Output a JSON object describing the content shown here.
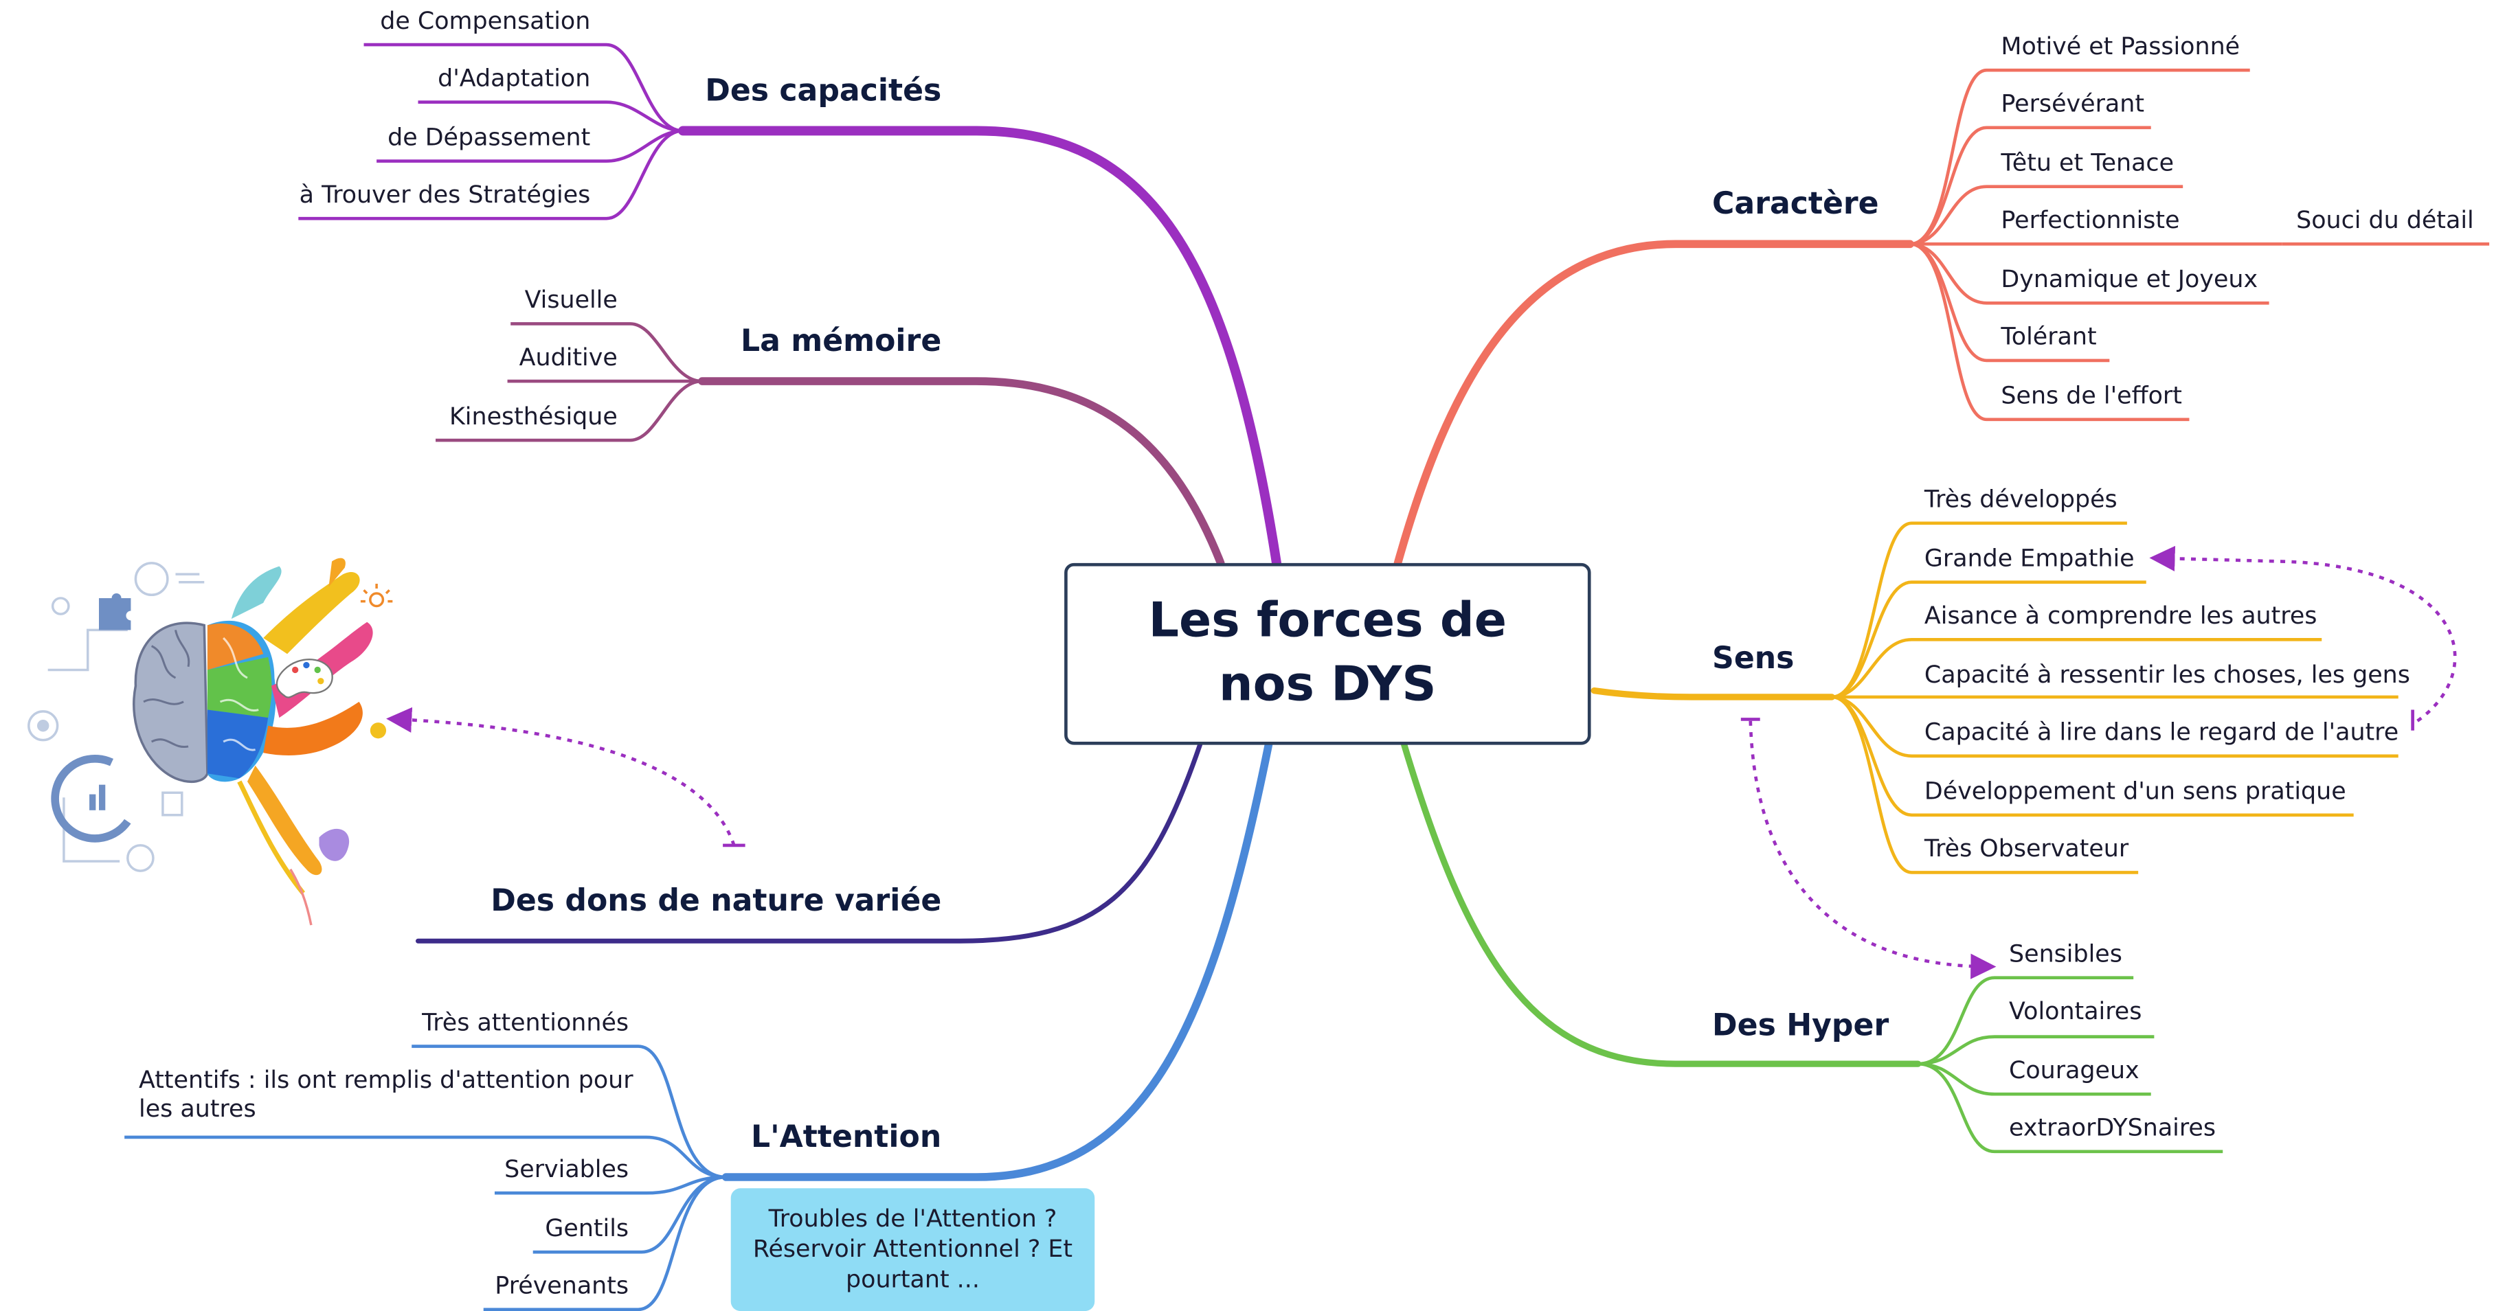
{
  "central": {
    "title": "Les forces de nos DYS"
  },
  "colors": {
    "capacites": "#9b2fc0",
    "memoire": "#9a4a80",
    "dons": "#3d2c8a",
    "attention": "#4a88d8",
    "caractere": "#f07060",
    "sens": "#f2b418",
    "hyper": "#6cc24a",
    "relation": "#9b2fc0",
    "note_bg": "#8fdcf5"
  },
  "branches": {
    "capacites": {
      "title": "Des capacités",
      "items": [
        "de Compensation",
        "d'Adaptation",
        "de Dépassement",
        "à Trouver des Stratégies"
      ]
    },
    "memoire": {
      "title": "La mémoire",
      "items": [
        "Visuelle",
        "Auditive",
        "Kinesthésique"
      ]
    },
    "dons": {
      "title": "Des dons de nature variée"
    },
    "attention": {
      "title": "L'Attention",
      "items": [
        "Très attentionnés",
        "Attentifs : ils ont remplis d'attention pour les autres",
        "Serviables",
        "Gentils",
        "Prévenants"
      ],
      "note": "Troubles de l'Attention ? Réservoir Attentionnel ? Et pourtant ..."
    },
    "caractere": {
      "title": "Caractère",
      "items": [
        "Motivé et Passionné",
        "Persévérant",
        "Têtu et Tenace",
        "Perfectionniste",
        "Dynamique et Joyeux",
        "Tolérant",
        "Sens de l'effort"
      ],
      "sub": "Souci du détail"
    },
    "sens": {
      "title": "Sens",
      "items": [
        "Très développés",
        "Grande Empathie",
        "Aisance à comprendre les autres",
        "Capacité à ressentir les choses, les gens",
        "Capacité à lire dans le regard de l'autre",
        "Développement d'un sens pratique",
        "Très Observateur"
      ]
    },
    "hyper": {
      "title": "Des Hyper",
      "items": [
        "Sensibles",
        "Volontaires",
        "Courageux",
        "extraorDYSnaires"
      ]
    }
  },
  "image": {
    "name": "brain-illustration"
  }
}
